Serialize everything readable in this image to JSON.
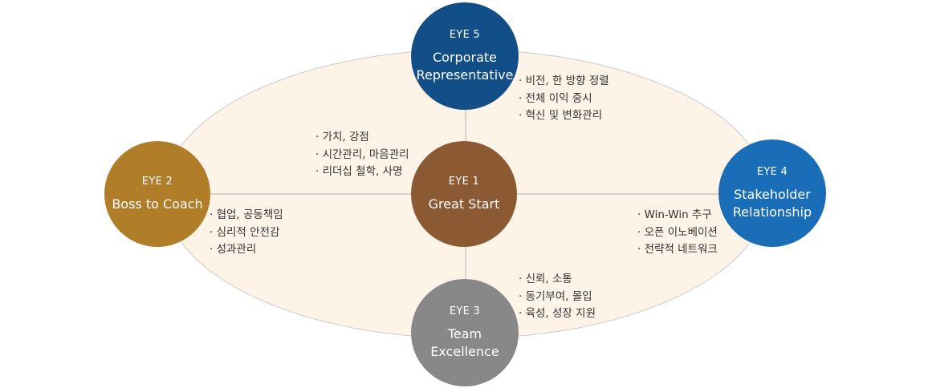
{
  "colors": {
    "ellipse_fill": "#fdf3e6",
    "ellipse_stroke": "#cccccc",
    "eye1": "#8c5a32",
    "eye2": "#b07d28",
    "eye3": "#888888",
    "eye4": "#1a6eb8",
    "eye5": "#124e88"
  },
  "nodes": {
    "eye1": {
      "label": "EYE 1",
      "title_lines": [
        "Great Start"
      ]
    },
    "eye2": {
      "label": "EYE 2",
      "title_lines": [
        "Boss to Coach"
      ]
    },
    "eye3": {
      "label": "EYE 3",
      "title_lines": [
        "Team",
        "Excellence"
      ]
    },
    "eye4": {
      "label": "EYE 4",
      "title_lines": [
        "Stakeholder",
        "Relationship"
      ]
    },
    "eye5": {
      "label": "EYE 5",
      "title_lines": [
        "Corporate",
        "Representative"
      ]
    }
  },
  "bullets": {
    "eye1": [
      "가치, 강점",
      "시간관리, 마음관리",
      "리더십 철학, 사명"
    ],
    "eye2": [
      "협업, 공동책임",
      "심리적 안전감",
      "성과관리"
    ],
    "eye3": [
      "신뢰, 소통",
      "동기부여, 몰입",
      "육성, 성장 지원"
    ],
    "eye4": [
      "Win-Win 추구",
      "오픈 이노베이션",
      "전략적 네트워크"
    ],
    "eye5": [
      "비전, 한 방향 정렬",
      "전체 이익 중시",
      "혁신 및 변화관리"
    ]
  }
}
